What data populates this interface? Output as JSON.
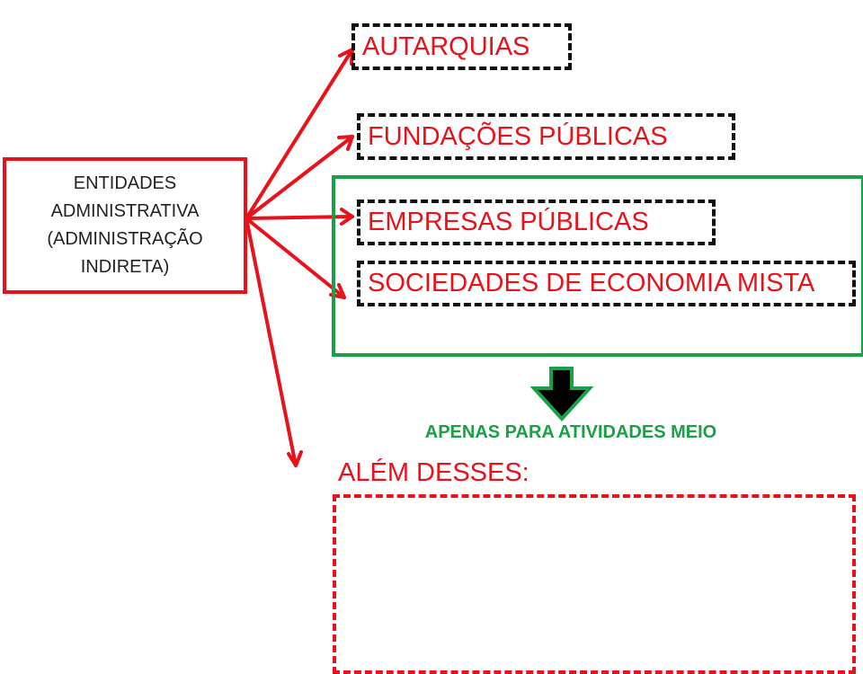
{
  "source": {
    "label": "ENTIDADES\nADMINISTRATIVA\n(ADMINISTRAÇÃO\nINDIRETA)"
  },
  "targets": [
    {
      "label": "AUTARQUIAS"
    },
    {
      "label": "FUNDAÇÕES PÚBLICAS"
    },
    {
      "label": "EMPRESAS PÚBLICAS"
    },
    {
      "label": "SOCIEDADES DE ECONOMIA MISTA"
    }
  ],
  "note": {
    "label": "APENAS PARA ATIVIDADES MEIO"
  },
  "alem": {
    "label": "ALÉM DESSES:"
  },
  "colors": {
    "red": "#e8121a",
    "green": "#1aa146",
    "black": "#111111"
  },
  "icons": {
    "down_arrow": "down-arrow-icon"
  }
}
